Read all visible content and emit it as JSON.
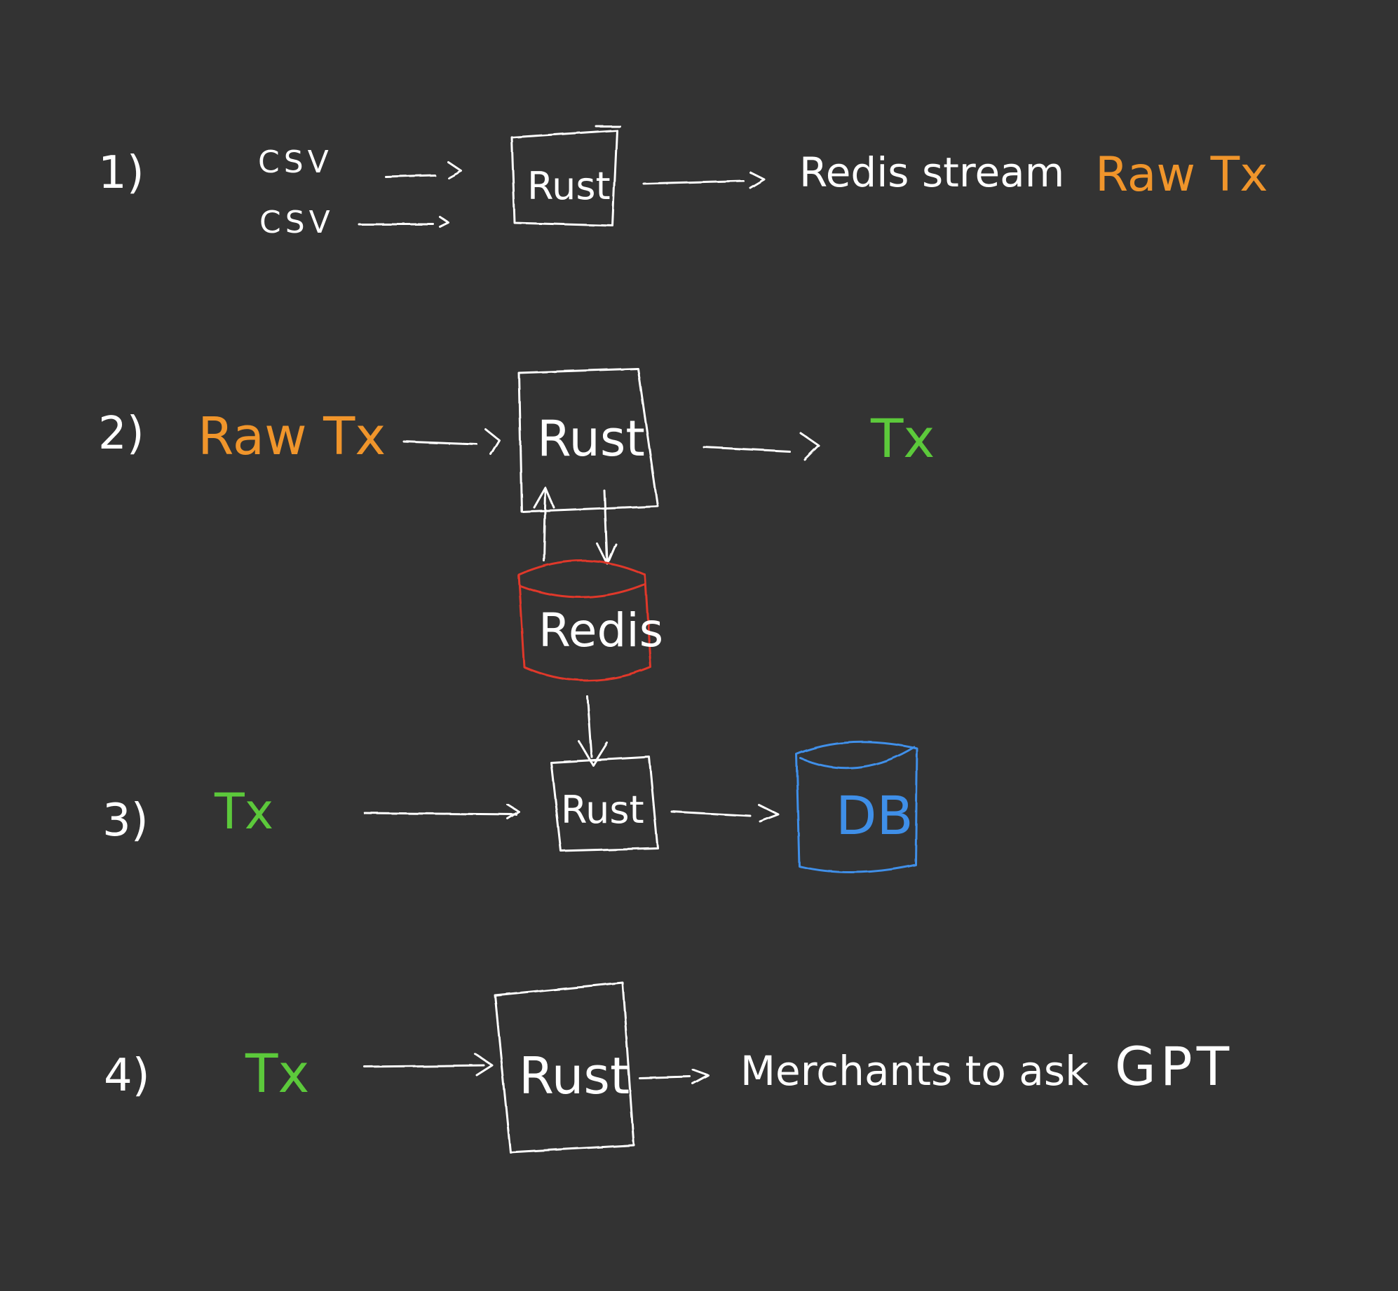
{
  "colors": {
    "background": "#333333",
    "ink": "#ffffff",
    "raw_tx": "#f0952b",
    "tx": "#5cc93b",
    "redis": "#e0392b",
    "db": "#3f8fe8"
  },
  "steps": [
    {
      "number": "1)",
      "inputs": [
        "CSV",
        "CSV"
      ],
      "processor": "Rust",
      "output_text": "Redis stream",
      "output_tag": "Raw Tx"
    },
    {
      "number": "2)",
      "input": "Raw Tx",
      "processor": "Rust",
      "cache": "Redis",
      "output": "Tx"
    },
    {
      "number": "3)",
      "input": "Tx",
      "processor": "Rust",
      "storage": "DB"
    },
    {
      "number": "4)",
      "input": "Tx",
      "processor": "Rust",
      "output_text": "Merchants to ask",
      "output_tag": "GPT"
    }
  ]
}
